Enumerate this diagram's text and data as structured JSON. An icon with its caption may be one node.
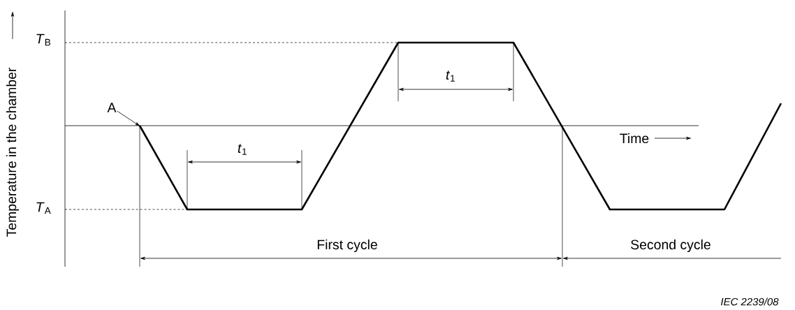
{
  "diagram": {
    "nodes": [
      {
        "text": [
          "A"
        ]
      },
      {
        "text": [],
        "shape": "line"
      }
    ],
    "edges": [
      {
        "from": 0,
        "to": 1,
        "arrow": "to"
      }
    ],
    "labels": [
      "*T*$_{B}$",
      "Temperature in the chamber",
      "*t*$_{1}$",
      "*T*$_{A}$",
      "Time",
      "*t*$_{1}$",
      "First cycle",
      "Second cycle",
      "IEC 2239/08"
    ]
  }
}
